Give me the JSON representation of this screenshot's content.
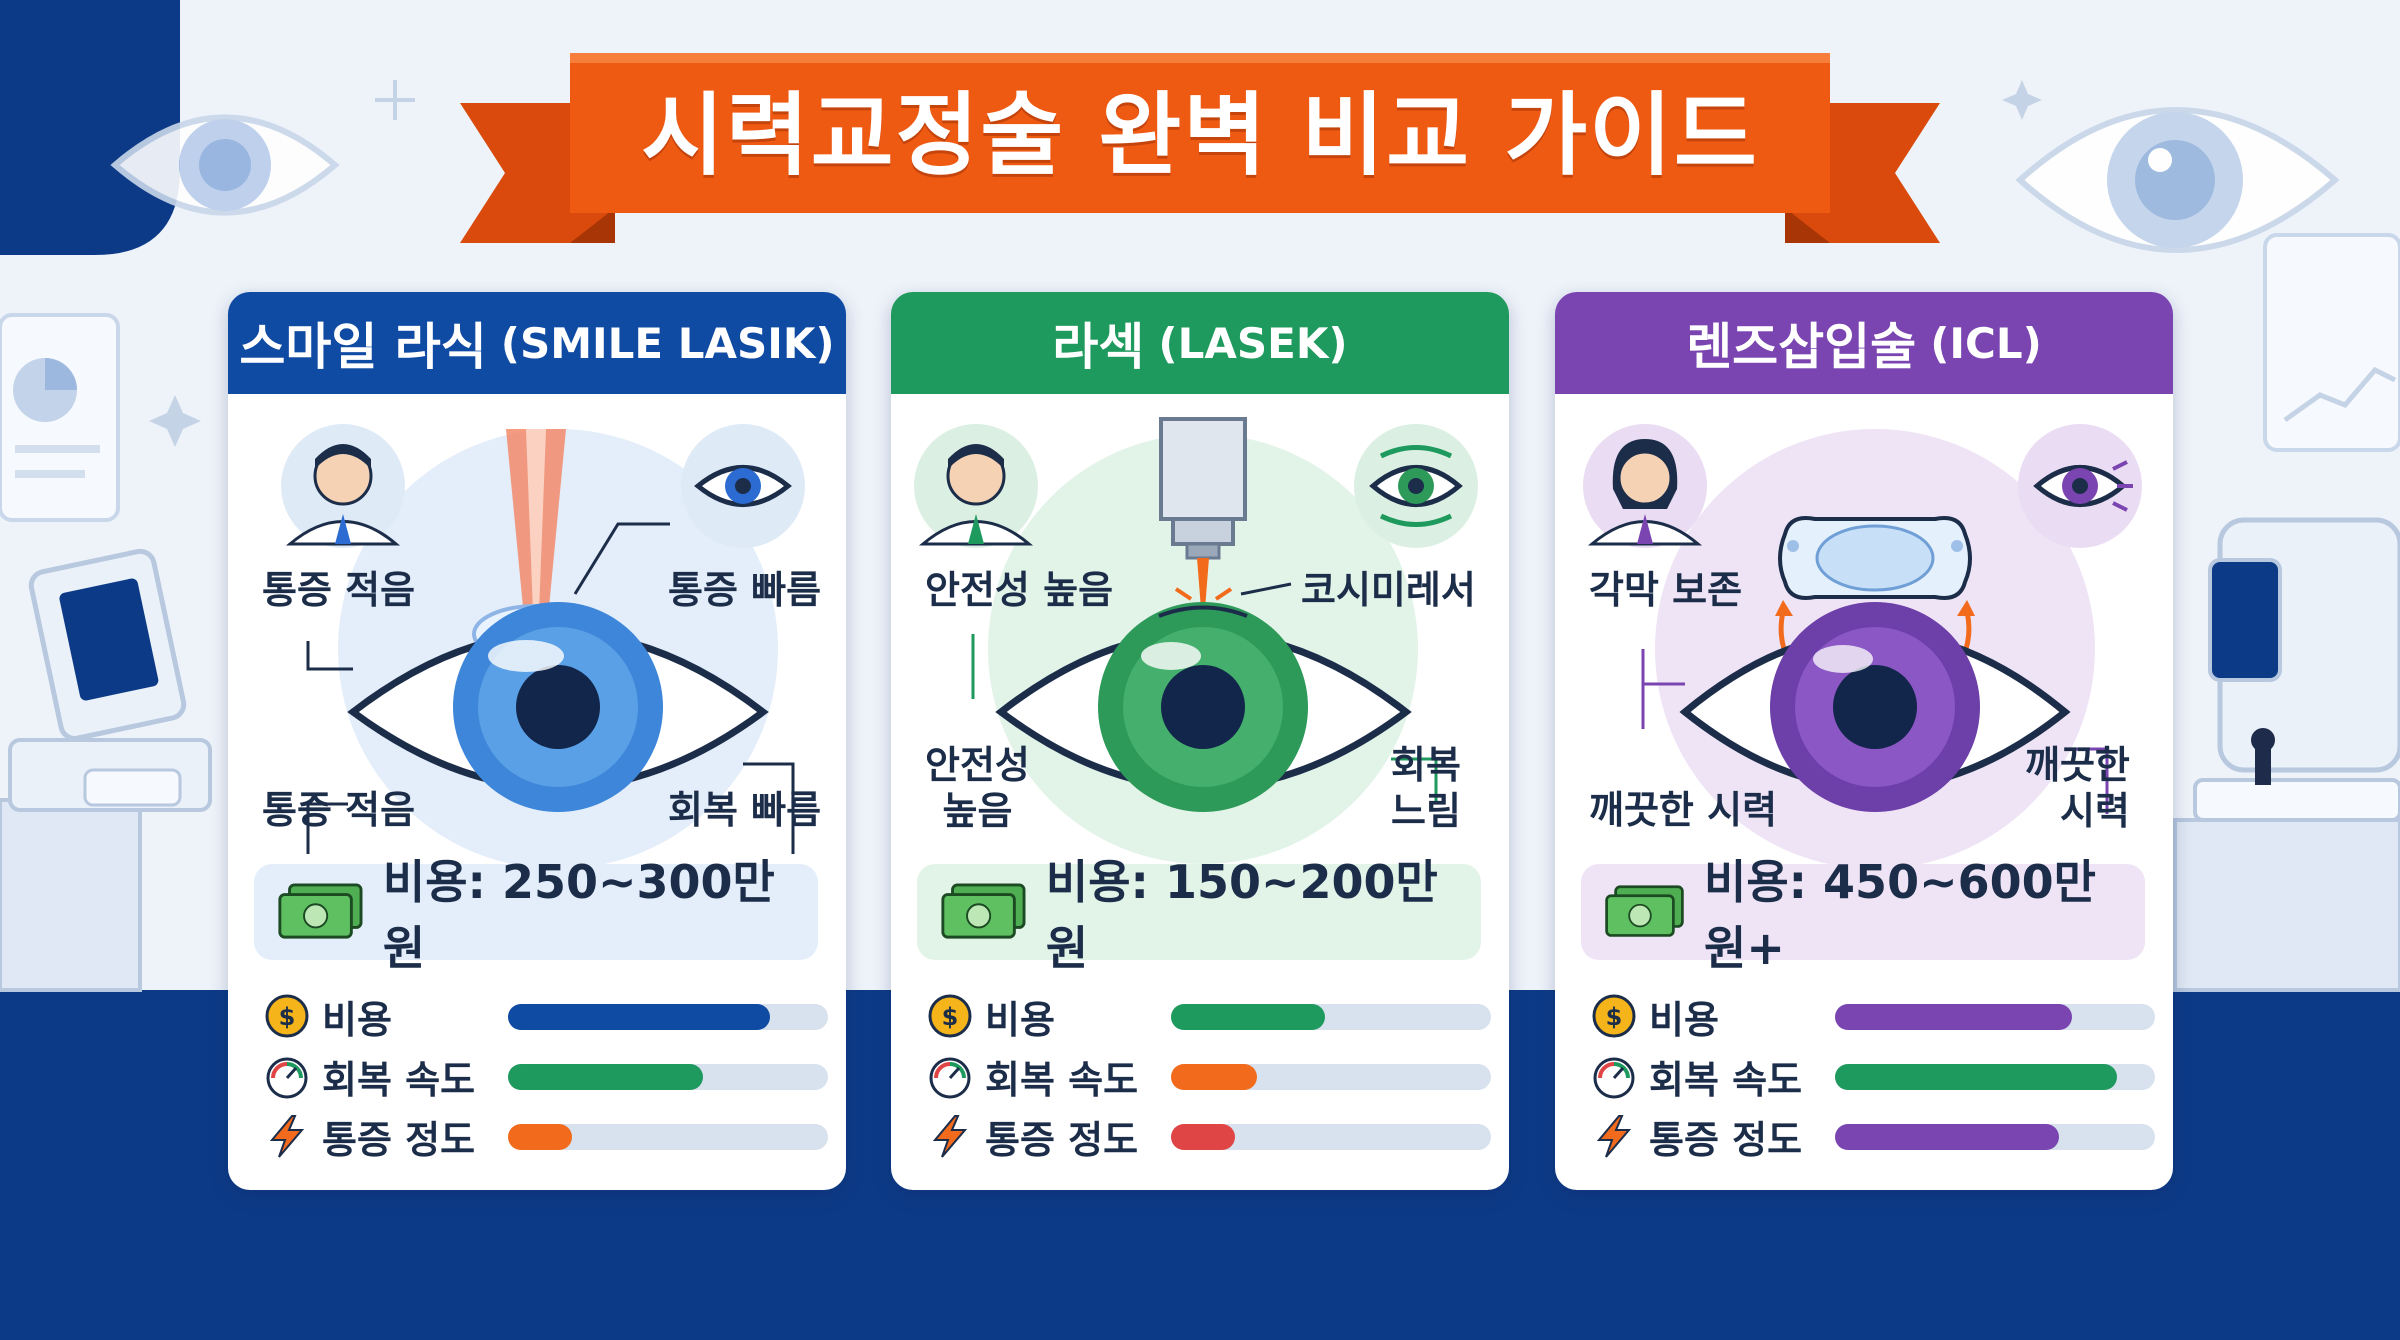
{
  "title": "시력교정술 완벽 비교 가이드",
  "colors": {
    "banner": "#ef5a13",
    "navy": "#0d3a86",
    "smile": "#0f4aa3",
    "lasek": "#1f9a5e",
    "icl": "#7a45b0",
    "orange": "#f26a1b",
    "red": "#e04545"
  },
  "metric_labels": {
    "cost": "비용",
    "recovery": "회복 속도",
    "pain": "통증 정도"
  },
  "cards": [
    {
      "name": "스마일 라식",
      "name_en": "(SMILE LASIK)",
      "labels": [
        "통증 적음",
        "통증 빠름",
        "통증 적음",
        "회복 빠름"
      ],
      "cost_text": "비용: 250~300만 원",
      "metrics": {
        "cost": 0.82,
        "recovery": 0.61,
        "pain": 0.2
      }
    },
    {
      "name": "라섹",
      "name_en": "(LASEK)",
      "labels": [
        "안전성 높음",
        "코시미레서",
        "안전성\n높음",
        "회복\n느림"
      ],
      "cost_text": "비용: 150~200만 원",
      "metrics": {
        "cost": 0.48,
        "recovery": 0.27,
        "pain": 0.2
      }
    },
    {
      "name": "렌즈삽입술",
      "name_en": "(ICL)",
      "labels": [
        "각막 보존",
        "깨끗한 시력",
        "깨끗한\n시력"
      ],
      "cost_text": "비용: 450~600만 원+",
      "metrics": {
        "cost": 0.74,
        "recovery": 0.88,
        "pain": 0.7
      }
    }
  ]
}
